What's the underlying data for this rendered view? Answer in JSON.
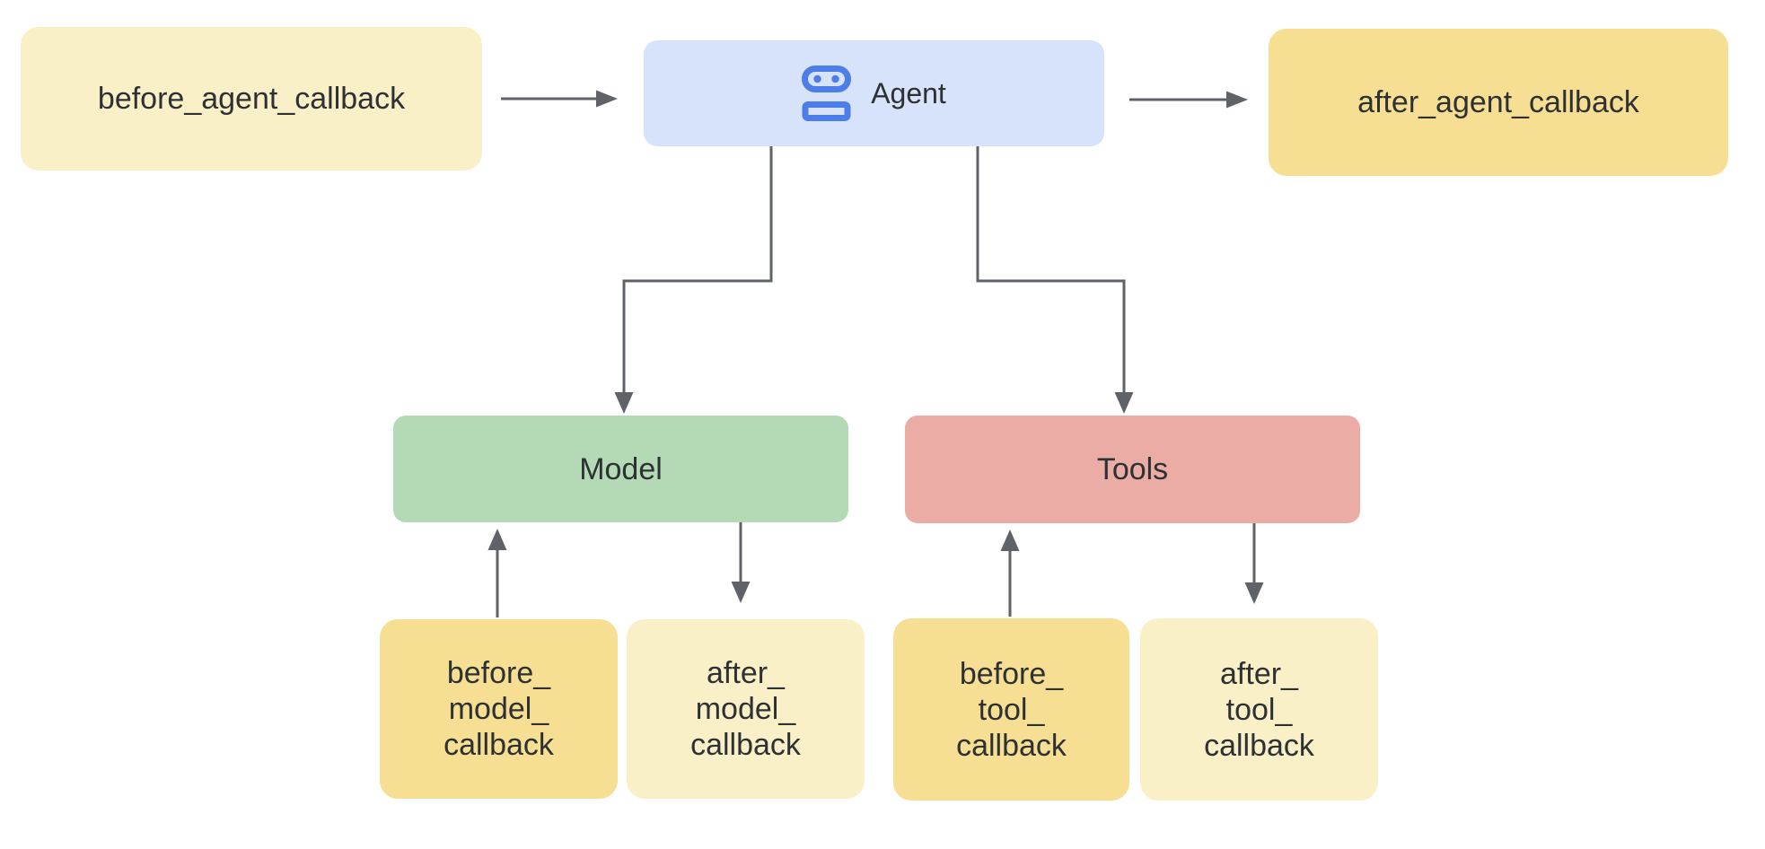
{
  "colors": {
    "cream": "#FAF0C8",
    "gold": "#F6DF92",
    "agent_blue_bg": "#D7E3FB",
    "robot_blue": "#4D7DE8",
    "model_green": "#B3D9B5",
    "tools_pink": "#EAACA4",
    "arrow_gray": "#5F6368",
    "text_dark": "#2E3134",
    "canvas_bg": "#FFFFFF"
  },
  "nodes": {
    "before_agent": {
      "label": "before_agent_callback",
      "fill": "cream"
    },
    "agent": {
      "label": "Agent",
      "fill": "agent_blue_bg",
      "icon": "robot-icon"
    },
    "after_agent": {
      "label": "after_agent_callback",
      "fill": "gold"
    },
    "model": {
      "label": "Model",
      "fill": "model_green"
    },
    "tools": {
      "label": "Tools",
      "fill": "tools_pink"
    },
    "before_model": {
      "label": "before_model_callback",
      "lines": [
        "before_",
        "model_",
        "callback"
      ],
      "fill": "gold"
    },
    "after_model": {
      "label": "after_model_callback",
      "lines": [
        "after_",
        "model_",
        "callback"
      ],
      "fill": "cream"
    },
    "before_tool": {
      "label": "before_tool_callback",
      "lines": [
        "before_",
        "tool_",
        "callback"
      ],
      "fill": "gold"
    },
    "after_tool": {
      "label": "after_tool_callback",
      "lines": [
        "after_",
        "tool_",
        "callback"
      ],
      "fill": "cream"
    }
  },
  "edges": [
    {
      "from": "before_agent_callback",
      "to": "Agent"
    },
    {
      "from": "Agent",
      "to": "after_agent_callback"
    },
    {
      "from": "Agent",
      "to": "Model"
    },
    {
      "from": "Agent",
      "to": "Tools"
    },
    {
      "from": "before_model_callback",
      "to": "Model"
    },
    {
      "from": "Model",
      "to": "after_model_callback"
    },
    {
      "from": "before_tool_callback",
      "to": "Tools"
    },
    {
      "from": "Tools",
      "to": "after_tool_callback"
    }
  ]
}
